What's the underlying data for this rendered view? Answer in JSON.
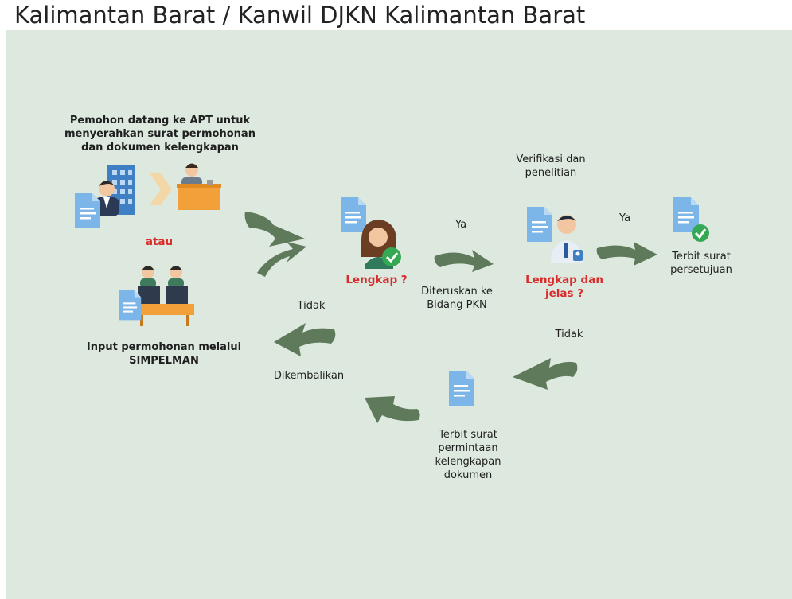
{
  "page_title": "Kalimantan Barat / Kanwil DJKN Kalimantan Barat",
  "labels": {
    "pemohon": "Pemohon datang ke APT untuk\nmenyerahkan surat permohonan\ndan dokumen kelengkapan",
    "atau": "atau",
    "input": "Input permohonan melalui\nSIMPELMAN",
    "lengkap": "Lengkap ?",
    "ya1": "Ya",
    "diteruskan": "Diteruskan ke\nBidang PKN",
    "verifikasi": "Verifikasi dan\npenelitian",
    "lengkap_jelas": "Lengkap dan\njelas ?",
    "ya2": "Ya",
    "terbit_persetujuan": "Terbit surat\npersetujuan",
    "tidak1": "Tidak",
    "tidak2": "Tidak",
    "dikembalikan": "Dikembalikan",
    "terbit_permintaan": "Terbit surat\npermintaan\nkelengkapan\ndokumen"
  },
  "colors": {
    "background": "#dde9df",
    "arrow": "#5e7a5a",
    "doc": "#7cb5e8",
    "highlight_red": "#d92b2b",
    "check": "#34a853"
  }
}
